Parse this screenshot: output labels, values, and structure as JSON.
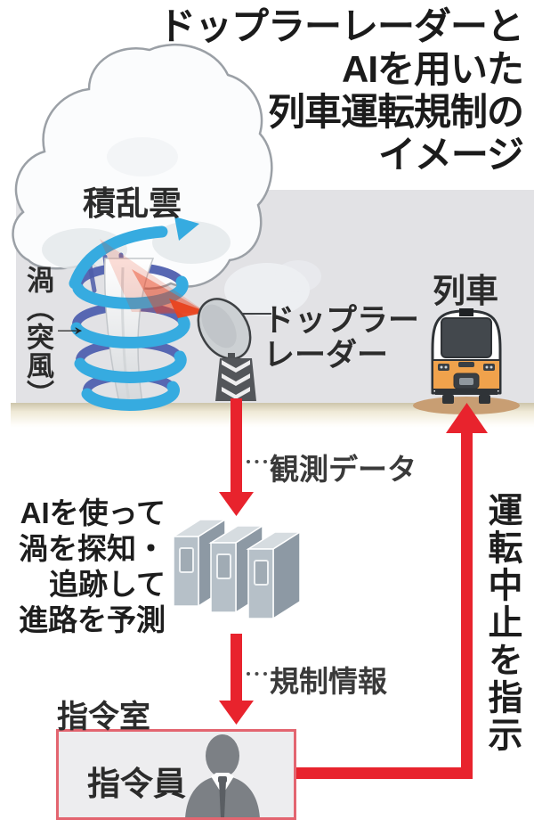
{
  "title": {
    "lines": [
      "ドップラーレーダーと",
      "AIを用いた",
      "列車運転規制の",
      "イメージ"
    ]
  },
  "scene": {
    "cloud_label": "積乱雲",
    "vortex_label": "渦（突風）",
    "vortex_pointer": "→",
    "radar_label_line1": "ドップラー",
    "radar_label_line2": "レーダー",
    "train_label": "列車"
  },
  "flow": {
    "observation_label": "観測データ",
    "ai_lines": [
      "AIを使って",
      "渦を探知・",
      "追跡して",
      "進路を予測"
    ],
    "regulation_label": "規制情報",
    "command_room_label": "指令室",
    "commander_label": "指令員",
    "stop_instruction_label": "運転中止を指示"
  },
  "colors": {
    "arrow_red": "#e8232d",
    "box_border_red": "#e36570",
    "spiral_front_blue": "#36abe0",
    "spiral_back_blue": "#5767b2",
    "beam_orange_red": "#e8431f",
    "train_orange": "#f0a24c",
    "panel_grey": "#e2e2e5",
    "ground_beige": "#efe9d6",
    "mound_tan": "#c89e73"
  }
}
